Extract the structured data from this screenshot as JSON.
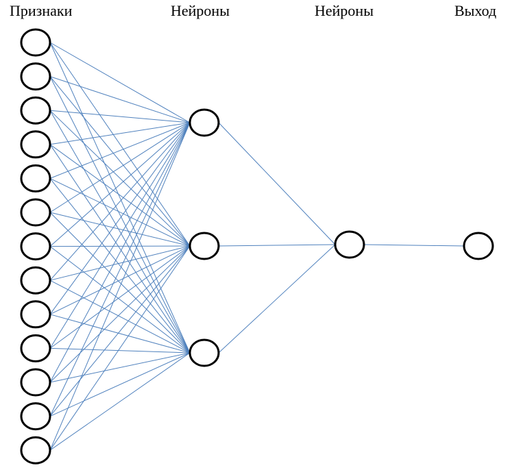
{
  "diagram": {
    "type": "neural-network",
    "layers": [
      {
        "id": "features",
        "title": "Признаки",
        "neurons": 13
      },
      {
        "id": "hidden1",
        "title": "Нейроны",
        "neurons": 3
      },
      {
        "id": "hidden2",
        "title": "Нейроны",
        "neurons": 1
      },
      {
        "id": "output",
        "title": "Выход",
        "neurons": 1
      }
    ],
    "connections": "fully-connected between adjacent layers"
  },
  "colors": {
    "edge": "#4f81bd",
    "node_stroke": "#000000",
    "node_fill": "#ffffff",
    "text": "#000000"
  }
}
